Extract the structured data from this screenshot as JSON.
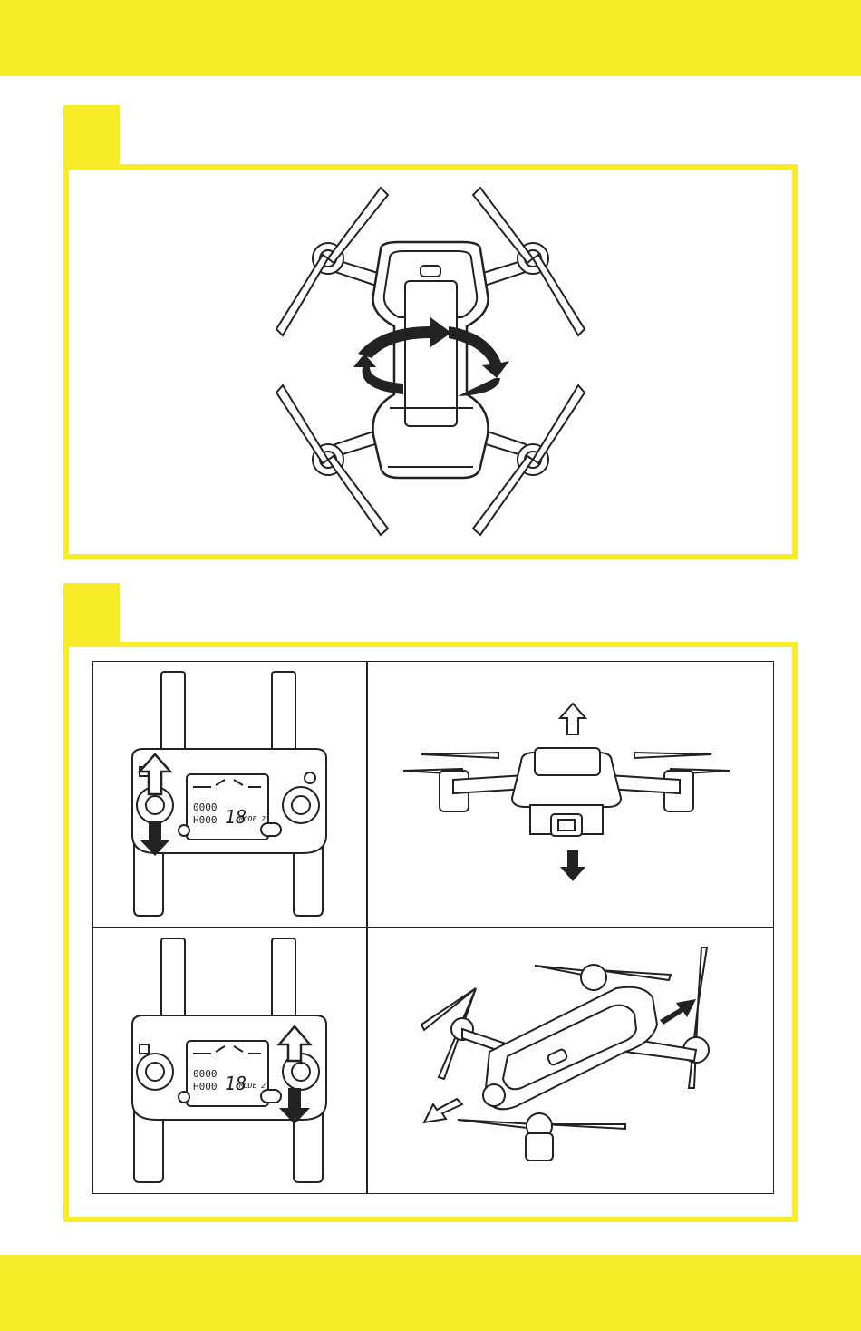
{
  "colors": {
    "accent": "#f7ec28",
    "ink": "#222222"
  },
  "sections": [
    {
      "id": "rotation",
      "title": ""
    },
    {
      "id": "controls",
      "title": ""
    }
  ],
  "controls_table": {
    "rows": [
      {
        "stick": "left-stick",
        "direction": "up-down",
        "drone_motion": "ascend-descend"
      },
      {
        "stick": "right-stick",
        "direction": "up-down",
        "drone_motion": "forward-backward"
      }
    ]
  },
  "lcd": {
    "counter_top": "0000",
    "counter_bottom": "H000",
    "channel": "18",
    "mode": "MODE 2"
  },
  "icons": [
    "rotation-arrows-icon",
    "arrow-up-icon",
    "arrow-down-icon",
    "propeller-icon",
    "lock-icon",
    "led-icon"
  ]
}
